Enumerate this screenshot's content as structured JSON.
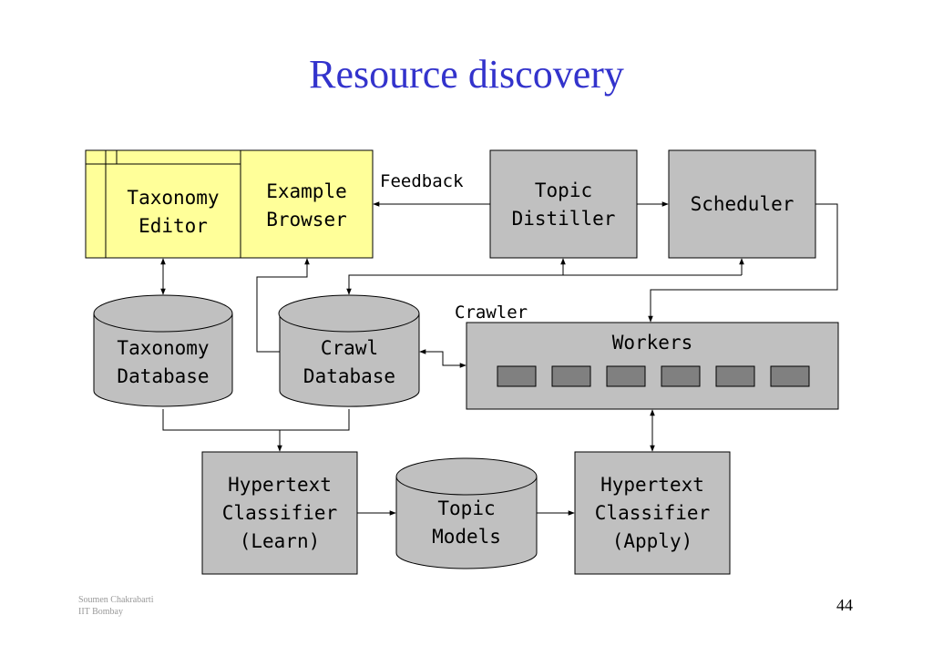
{
  "title": "Resource discovery",
  "nodes": {
    "taxonomy_editor": "Taxonomy\nEditor",
    "example_browser": "Example\nBrowser",
    "topic_distiller": "Topic\nDistiller",
    "scheduler": "Scheduler",
    "taxonomy_database": "Taxonomy\nDatabase",
    "crawl_database": "Crawl\nDatabase",
    "workers": "Workers",
    "classifier_learn": "Hypertext\nClassifier\n(Learn)",
    "topic_models": "Topic\nModels",
    "classifier_apply": "Hypertext\nClassifier\n(Apply)"
  },
  "labels": {
    "feedback": "Feedback",
    "crawler": "Crawler"
  },
  "footer": {
    "author": "Soumen Chakrabarti\nIIT Bombay",
    "page_number": "44"
  },
  "colors": {
    "title": "#3333cc",
    "gui_fill": "#ffff99",
    "process_fill": "#c0c0c0",
    "worker_fill": "#808080"
  }
}
